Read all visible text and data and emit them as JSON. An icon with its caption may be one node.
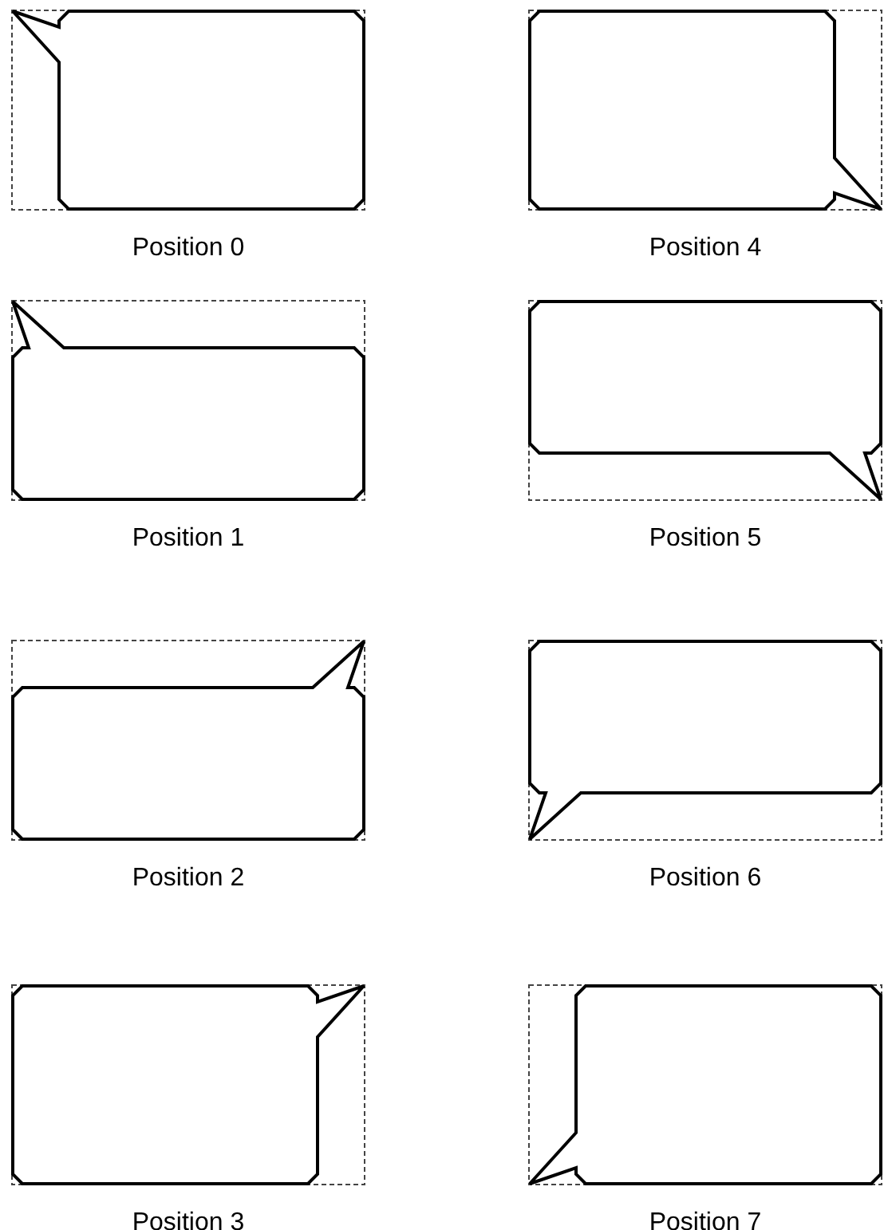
{
  "diagram": {
    "nodes": [
      {
        "text": [],
        "shape": "bubble",
        "beside": [
          "Position 0"
        ]
      },
      {
        "text": [],
        "shape": "bubble",
        "beside": [
          "Position 1"
        ]
      },
      {
        "text": [],
        "shape": "bubble",
        "beside": [
          "Position 2"
        ]
      },
      {
        "text": [],
        "shape": "bubble",
        "beside": [
          "Position 3"
        ]
      },
      {
        "text": [],
        "shape": "bubble",
        "beside": [
          "Position 4"
        ]
      },
      {
        "text": [],
        "shape": "bubble",
        "beside": [
          "Position 5"
        ]
      },
      {
        "text": [],
        "shape": "bubble",
        "beside": [
          "Position 6"
        ]
      },
      {
        "text": [],
        "shape": "bubble",
        "beside": [
          "Position 7"
        ]
      }
    ]
  }
}
